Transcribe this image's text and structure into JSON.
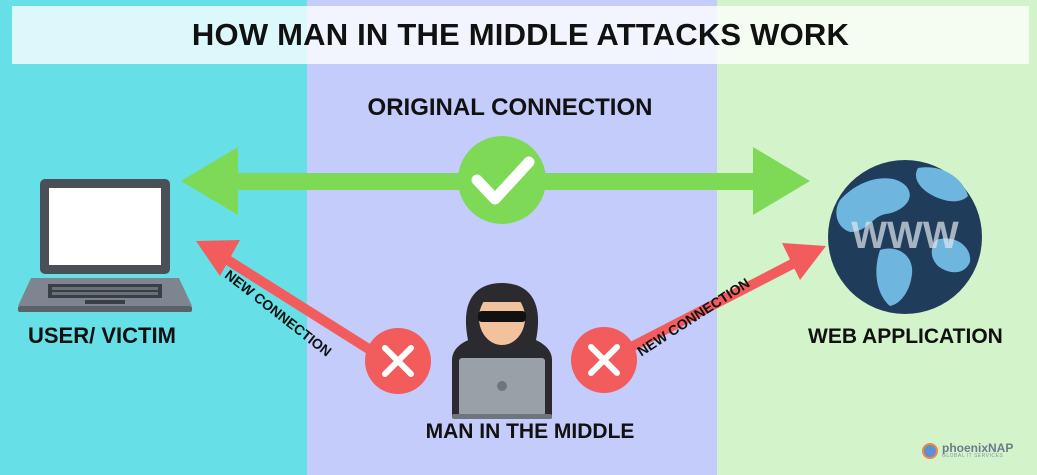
{
  "title": "HOW MAN IN THE MIDDLE ATTACKS WORK",
  "labels": {
    "original_connection": "ORIGINAL CONNECTION",
    "user_victim": "USER/ VICTIM",
    "web_application": "WEB APPLICATION",
    "man_in_the_middle": "MAN IN THE MIDDLE",
    "new_connection_left": "NEW CONNECTION",
    "new_connection_right": "NEW CONNECTION",
    "globe_text": "WWW"
  },
  "brand": {
    "name": "phoenixNAP",
    "tagline": "GLOBAL IT SERVICES"
  },
  "colors": {
    "left_panel": "#66e0e6",
    "middle_panel": "#c3ccfa",
    "right_panel": "#d3f3ca",
    "original_arrow": "#7ed957",
    "new_connection_arrow": "#f25c5c",
    "globe_ocean": "#1f3d5a",
    "globe_land": "#6fb6de"
  },
  "icons": [
    "laptop-icon",
    "check-icon",
    "globe-icon",
    "hacker-icon",
    "x-icon"
  ]
}
